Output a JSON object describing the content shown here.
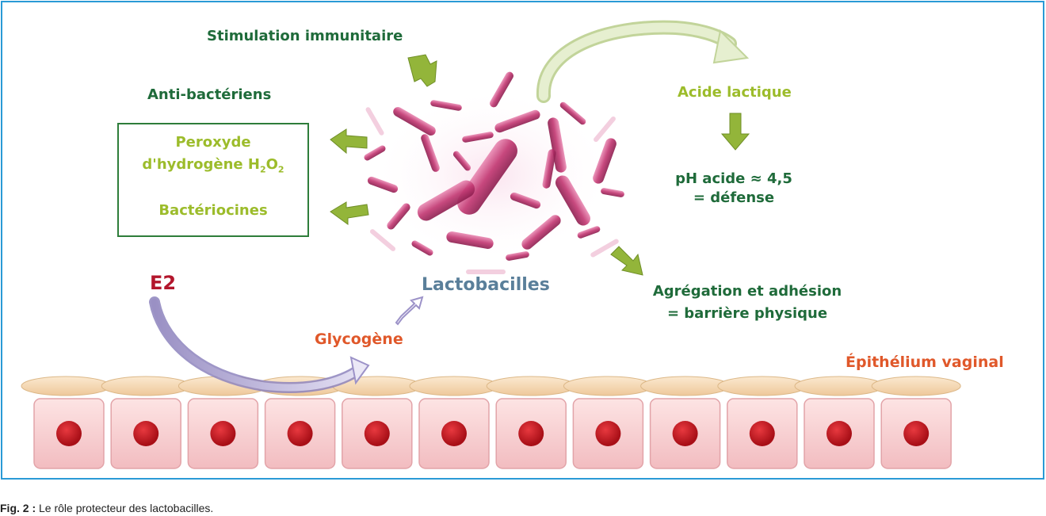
{
  "labels": {
    "stimulation": "Stimulation immunitaire",
    "anti_bacteriens": "Anti-bactériens",
    "peroxyde_line1": "Peroxyde",
    "peroxyde_line2_a": "d'hydrogène H",
    "peroxyde_sub1": "2",
    "peroxyde_line2_b": "O",
    "peroxyde_sub2": "2",
    "bacteriocines": "Bactériocines",
    "acide_lactique": "Acide lactique",
    "ph_line1": "pH acide ≈ 4,5",
    "ph_line2": "= défense",
    "agregation_line1": "Agrégation et adhésion",
    "agregation_line2": "= barrière physique",
    "e2": "E2",
    "lactobacilles": "Lactobacilles",
    "glycogene": "Glycogène",
    "epithelium": "Épithélium vaginal"
  },
  "caption": {
    "fig": "Fig. 2 :",
    "text": " Le rôle protecteur des lactobacilles."
  },
  "colors": {
    "frame_border": "#2a9ad6",
    "dark_green": "#1f6b3a",
    "lime_green": "#9cbc2b",
    "orange": "#e0582a",
    "red_e2": "#b3162c",
    "slate_blue": "#5a7f9a",
    "cell_fill": "#f6c9cc",
    "nucleus": "#c8141c",
    "mucus_cap": "#f3d9b3",
    "bacteria": "#c23a73"
  },
  "cells": {
    "count": 12
  }
}
